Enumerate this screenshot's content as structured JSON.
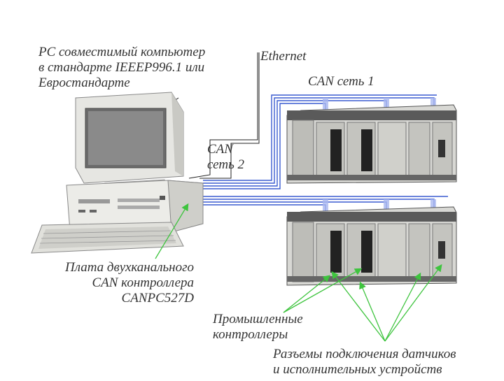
{
  "labels": {
    "pc": [
      "PC совместимый компьютер",
      "в стандарте IEEEP996.1 или",
      "Евростандарте"
    ],
    "ethernet": "Ethernet",
    "can1": "CAN сеть 1",
    "can2": [
      "CAN",
      "сеть 2"
    ],
    "board": [
      "Плата двухканального",
      "CAN контроллера"
    ],
    "board_model": "CANPC527D",
    "controllers": [
      "Промышленные",
      "контроллеры"
    ],
    "connectors": [
      "Разъемы подключения датчиков",
      "и исполнительных устройств"
    ]
  },
  "colors": {
    "cable_blue": "#3a5bd0",
    "pointer_green": "#3ec43e",
    "pc_beige": "#e6e6e2",
    "rack_grey": "#5a5a5a",
    "rack_light": "#d8d8d4",
    "label_text": "#333333"
  },
  "icons": [
    "computer-monitor-icon",
    "keyboard-icon",
    "system-unit-icon",
    "industrial-controller-rack-icon"
  ]
}
